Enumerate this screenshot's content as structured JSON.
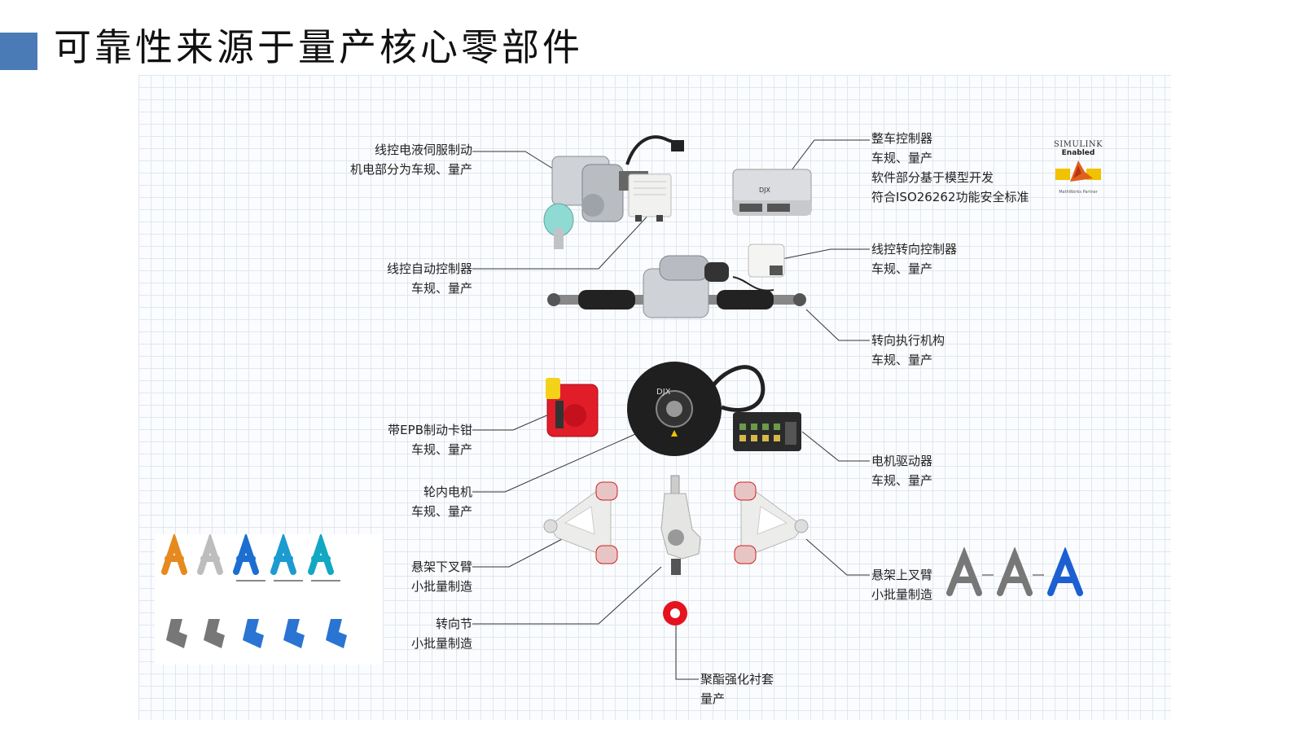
{
  "slide": {
    "title": "可靠性来源于量产核心零部件",
    "accent_color": "#4a7bb7"
  },
  "callouts": {
    "brake_servo": {
      "line1": "线控电液伺服制动",
      "line2": "机电部分为车规、量产"
    },
    "auto_controller": {
      "line1": "线控自动控制器",
      "line2": "车规、量产"
    },
    "vehicle_controller": {
      "line1": "整车控制器",
      "line2": "车规、量产",
      "line3": "软件部分基于模型开发",
      "line4": "符合ISO26262功能安全标准"
    },
    "steer_controller": {
      "line1": "线控转向控制器",
      "line2": "车规、量产"
    },
    "steer_actuator": {
      "line1": "转向执行机构",
      "line2": "车规、量产"
    },
    "epb_caliper": {
      "line1": "带EPB制动卡钳",
      "line2": "车规、量产"
    },
    "hub_motor": {
      "line1": "轮内电机",
      "line2": "车规、量产"
    },
    "motor_driver": {
      "line1": "电机驱动器",
      "line2": "车规、量产"
    },
    "lower_arm": {
      "line1": "悬架下叉臂",
      "line2": "小批量制造"
    },
    "upper_arm": {
      "line1": "悬架上叉臂",
      "line2": "小批量制造"
    },
    "knuckle": {
      "line1": "转向节",
      "line2": "小批量制造"
    },
    "bushing": {
      "line1": "聚酯强化衬套",
      "line2": "量产"
    }
  },
  "logo": {
    "simulink_line1": "SIMULINK",
    "simulink_line2": "Enabled",
    "simulink_line3": "MathWorks Partner"
  },
  "icons": [
    "brake-servo-photo",
    "controller-box-photo",
    "ecu-photo",
    "simulink-logo",
    "steering-rack-photo",
    "steer-controller-photo",
    "epb-caliper-photo",
    "hub-motor-photo",
    "motor-driver-photo",
    "lower-arm-photo",
    "knuckle-photo",
    "upper-arm-photo",
    "bushing-photo",
    "topology-optimization-arms",
    "topology-optimization-knuckles"
  ]
}
